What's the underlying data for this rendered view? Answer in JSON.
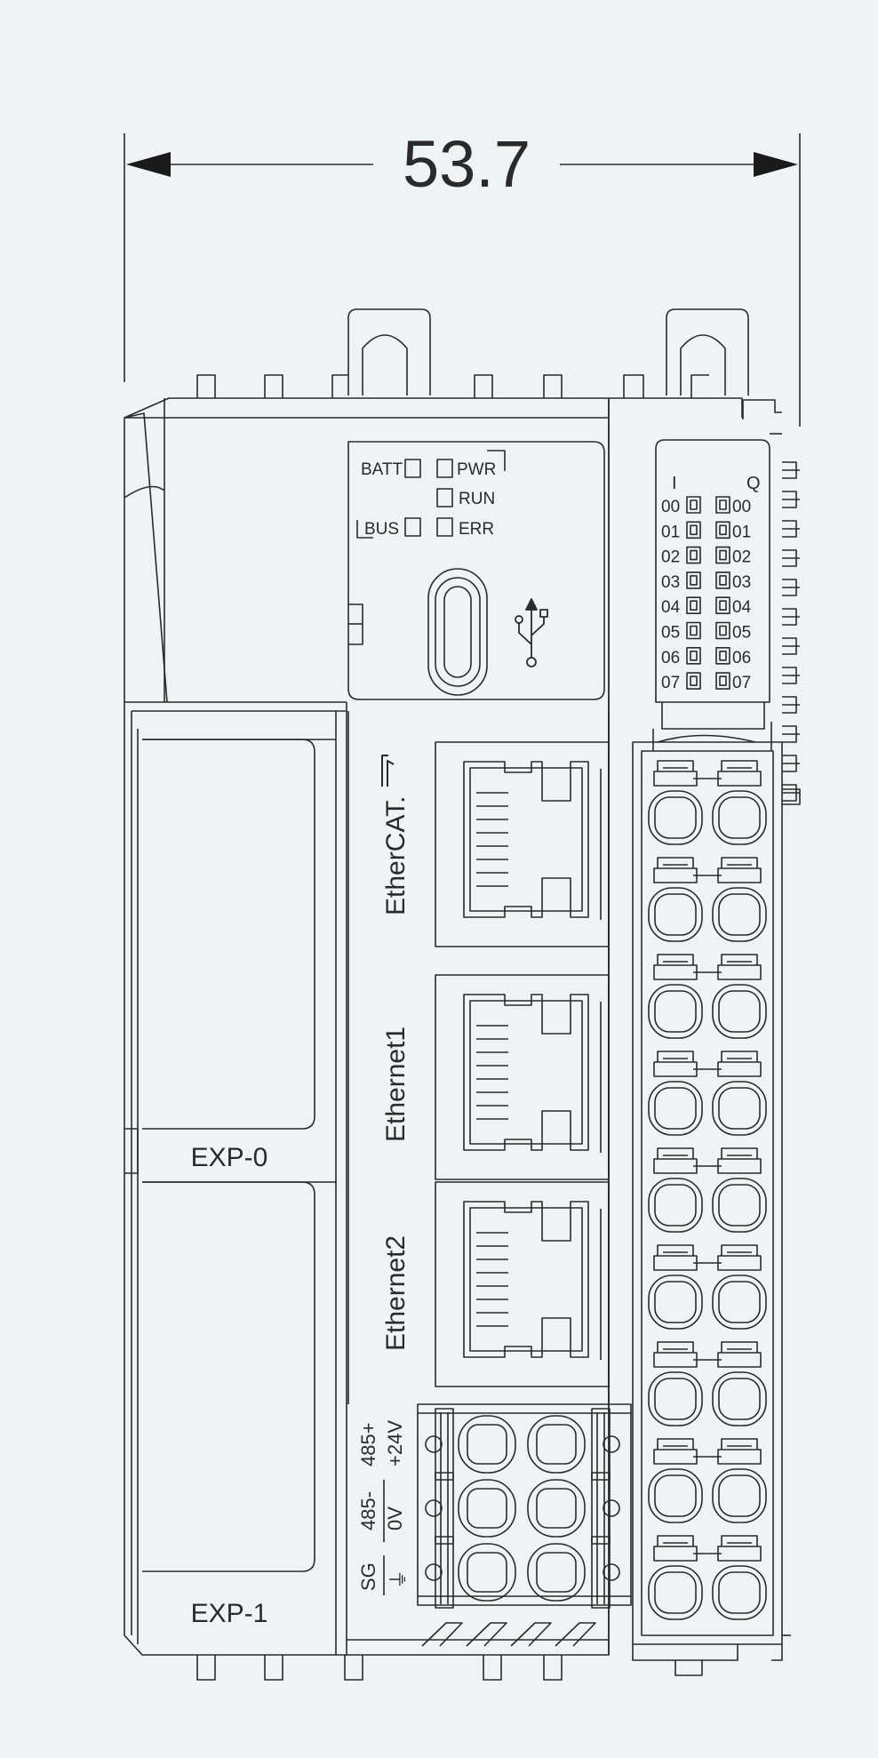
{
  "dimension": {
    "value": "53.7"
  },
  "leds": {
    "batt": "BATT",
    "pwr": "PWR",
    "run": "RUN",
    "bus": "BUS",
    "err": "ERR"
  },
  "io": {
    "input_header": "I",
    "output_header": "Q",
    "input_channels": [
      "00",
      "01",
      "02",
      "03",
      "04",
      "05",
      "06",
      "07"
    ],
    "output_channels": [
      "00",
      "01",
      "02",
      "03",
      "04",
      "05",
      "06",
      "07"
    ]
  },
  "ports": {
    "ethercat": "EtherCAT.",
    "ethernet1": "Ethernet1",
    "ethernet2": "Ethernet2"
  },
  "power_terminal": {
    "row1_a": "485+",
    "row1_b": "+24V",
    "row2_a": "485-",
    "row2_b": "0V",
    "row3_a": "SG",
    "ground_symbol": "⏚"
  },
  "expansion": {
    "exp0": "EXP-0",
    "exp1": "EXP-1"
  },
  "colors": {
    "line": "#2a2a2a",
    "background": "#eef3f5"
  }
}
